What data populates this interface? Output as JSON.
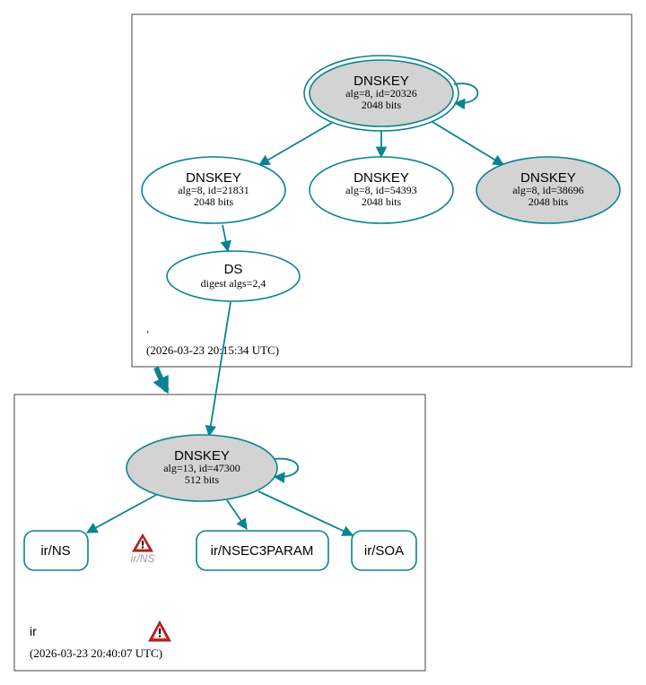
{
  "colors": {
    "edge": "#0a8390",
    "node_border": "#0a8390",
    "ksk_fill": "#d3d3d3",
    "zone_border": "#444444",
    "warning": "#cc2222"
  },
  "zones": {
    "root": {
      "name": ".",
      "timestamp": "(2026-03-23 20:15:34 UTC)"
    },
    "ir": {
      "name": "ir",
      "timestamp": "(2026-03-23 20:40:07 UTC)"
    }
  },
  "nodes": {
    "root_ksk": {
      "title": "DNSKEY",
      "line1": "alg=8, id=20326",
      "line2": "2048 bits"
    },
    "root_zsk1": {
      "title": "DNSKEY",
      "line1": "alg=8, id=21831",
      "line2": "2048 bits"
    },
    "root_zsk2": {
      "title": "DNSKEY",
      "line1": "alg=8, id=54393",
      "line2": "2048 bits"
    },
    "root_ksk2": {
      "title": "DNSKEY",
      "line1": "alg=8, id=38696",
      "line2": "2048 bits"
    },
    "ds": {
      "title": "DS",
      "line1": "digest algs=2,4"
    },
    "ir_key": {
      "title": "DNSKEY",
      "line1": "alg=13, id=47300",
      "line2": "512 bits"
    },
    "ir_ns": {
      "title": "ir/NS"
    },
    "ir_ns_warning": {
      "label": "ir/NS",
      "icon": "warning-icon"
    },
    "ir_nsec3param": {
      "title": "ir/NSEC3PARAM"
    },
    "ir_soa": {
      "title": "ir/SOA"
    }
  },
  "zone_warning": {
    "icon": "warning-icon"
  }
}
